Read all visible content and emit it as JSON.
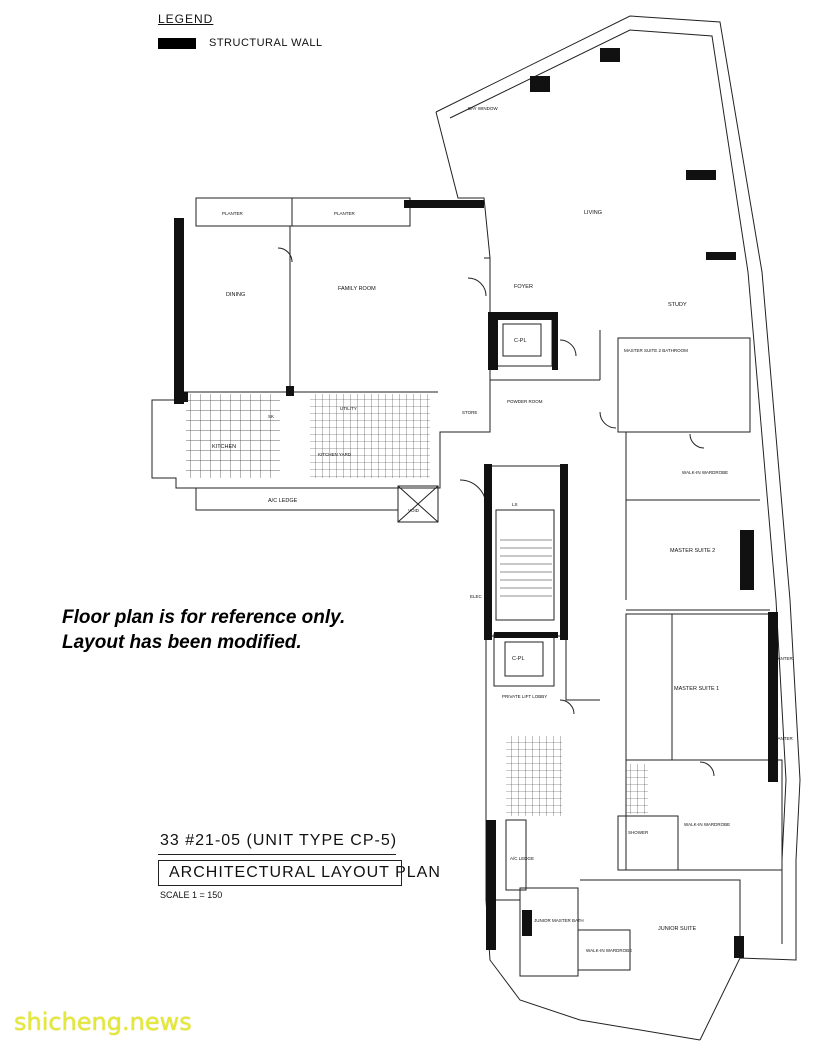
{
  "legend": {
    "title": "LEGEND",
    "item_label": "STRUCTURAL WALL"
  },
  "note": {
    "line1": "Floor plan is for reference only.",
    "line2": "Layout has been modified."
  },
  "title_block": {
    "unit": "33   #21-05 (UNIT TYPE CP-5)",
    "heading": "ARCHITECTURAL LAYOUT PLAN",
    "scale": "SCALE 1 = 150"
  },
  "rooms": {
    "dining": "DINING",
    "family": "FAMILY ROOM",
    "foyer": "FOYER",
    "living": "LIVING",
    "study": "STUDY",
    "c_pl_top": "C-PL",
    "c_pl_bottom": "C-PL",
    "powder": "POWDER ROOM",
    "store": "STORE",
    "utility": "UTILITY",
    "kitchen": "KITCHEN",
    "kitchen_yard": "KITCHEN YARD",
    "ac_ledge_top": "A/C LEDGE",
    "void": "VOID",
    "master_bath_2": "MASTER SUITE 2 BATHROOM",
    "walk_in_1": "WALK-IN WARDROBE",
    "master_2": "MASTER SUITE 2",
    "master_1": "MASTER SUITE 1",
    "private_lobby": "PRIVATE LIFT LOBBY",
    "walk_in_2": "WALK-IN WARDROBE",
    "shower": "SHOWER",
    "junior_master_bath": "JUNIOR MASTER BATH",
    "junior_suite": "JUNIOR SUITE",
    "walk_in_3": "WALK-IN WARDROBE",
    "ac_ledge_bottom": "A/C LEDGE",
    "planter_1": "PLANTER",
    "planter_2": "PLANTER",
    "planter_3": "PLANTER",
    "planter_4": "PLANTER",
    "bay_window": "BAY WINDOW",
    "elec": "ELEC",
    "lift_lobby_code": "LS",
    "sk": "SK"
  },
  "watermark": "shicheng.news"
}
